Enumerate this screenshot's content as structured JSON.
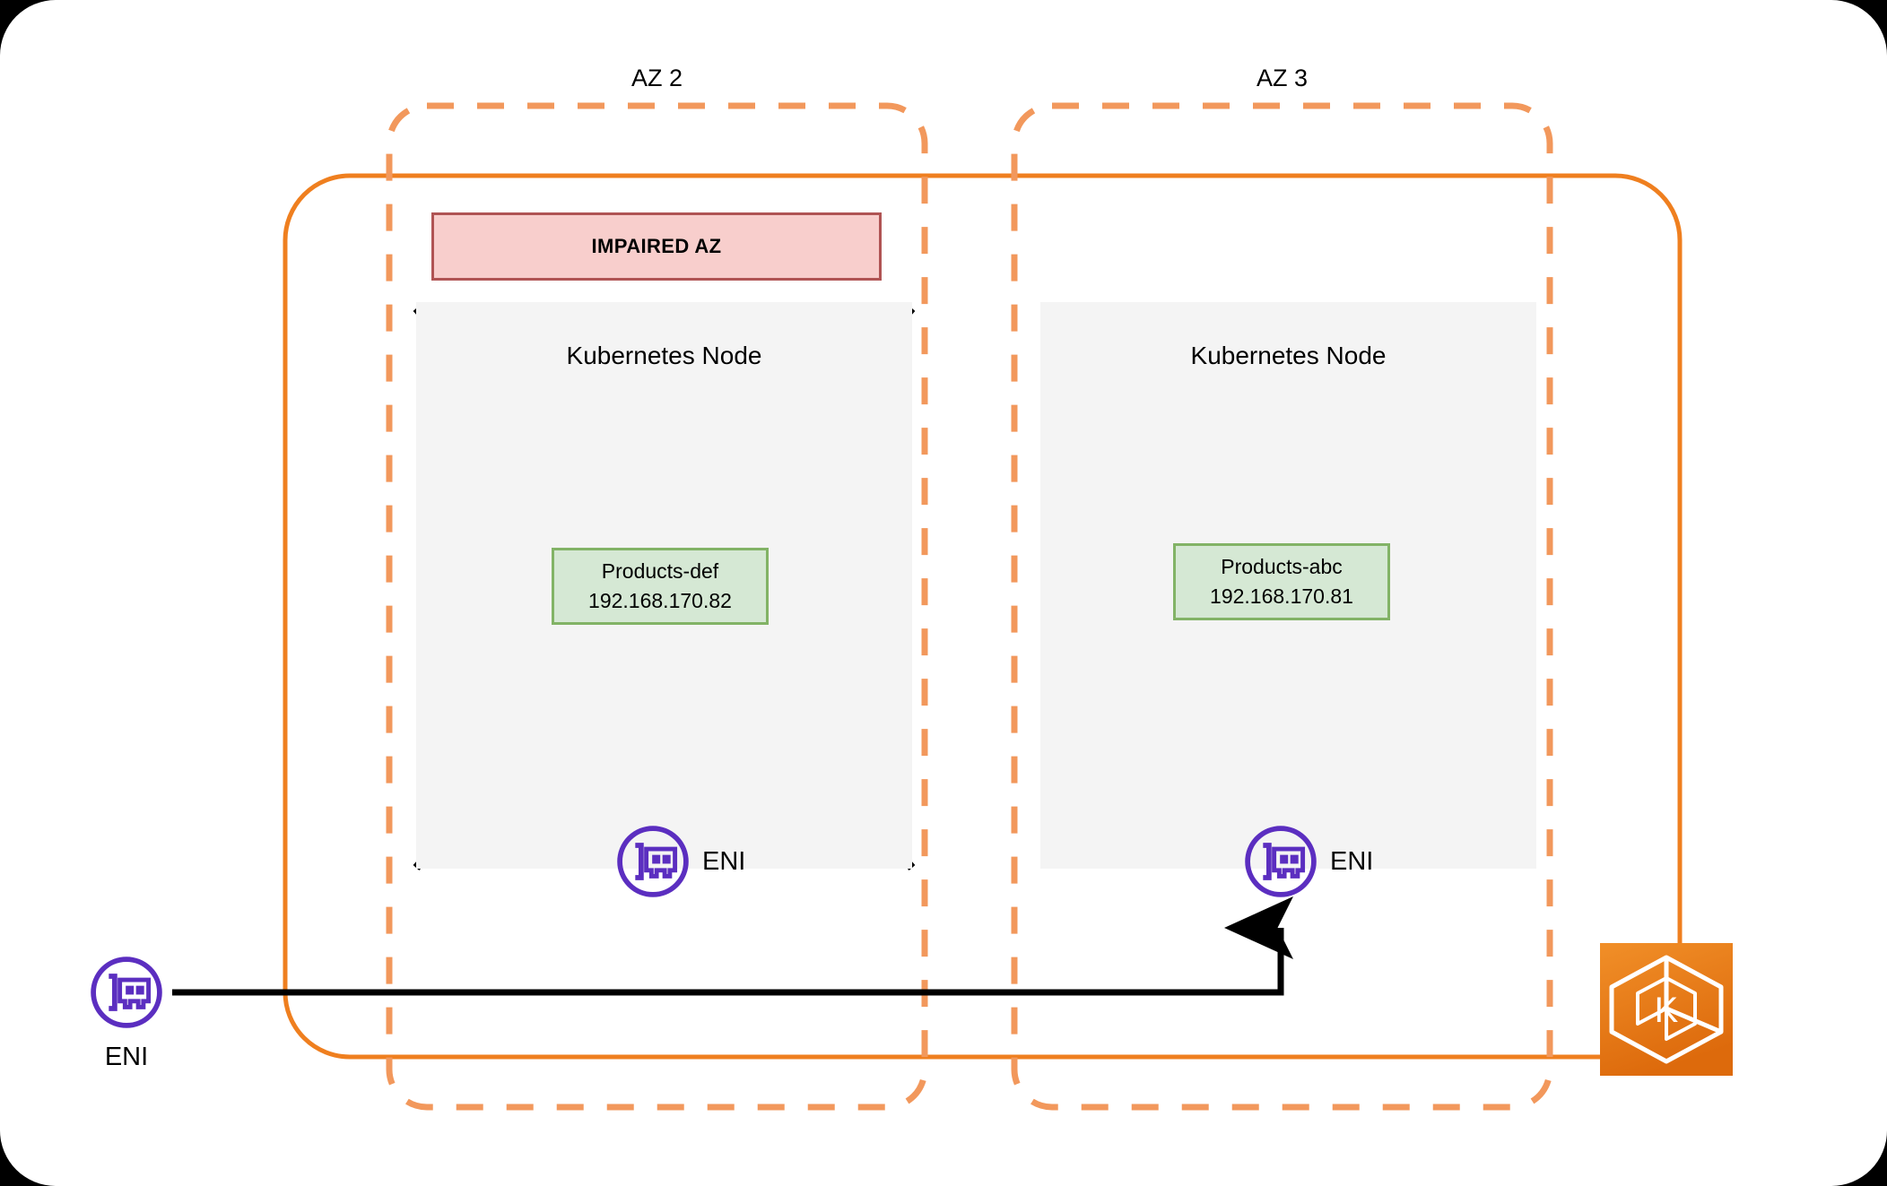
{
  "diagram": {
    "title": "EKS multi-AZ pod failover diagram",
    "background_color": "#000000",
    "frame_color": "#ffffff"
  },
  "colors": {
    "vpc_orange_solid": "#ef7f1f",
    "az_orange_dashed": "#f2985c",
    "impaired_fill": "#f8cecc",
    "impaired_border": "#b05454",
    "pod_fill": "#d5e8d4",
    "pod_border": "#82b366",
    "node_fill": "#f4f4f4",
    "eni_purple": "#5b2ec0",
    "eks_orange": "#ed8022",
    "connector_black": "#000000"
  },
  "zones": [
    {
      "id": "az2",
      "label": "AZ 2",
      "node": {
        "title": "Kubernetes Node",
        "failed": true,
        "pod": {
          "name": "Products-def",
          "ip": "192.168.170.82"
        },
        "eni": {
          "label": "ENI",
          "icon": "network-interface-card-icon"
        }
      },
      "status_banner": {
        "text": "IMPAIRED AZ",
        "visible": true
      }
    },
    {
      "id": "az3",
      "label": "AZ 3",
      "node": {
        "title": "Kubernetes Node",
        "failed": false,
        "pod": {
          "name": "Products-abc",
          "ip": "192.168.170.81"
        },
        "eni": {
          "label": "ENI",
          "icon": "network-interface-card-icon"
        }
      },
      "status_banner": {
        "text": "",
        "visible": false
      }
    }
  ],
  "external": {
    "eni": {
      "label": "ENI",
      "icon": "network-interface-card-icon"
    },
    "eks": {
      "icon": "eks-kubernetes-logo-icon",
      "glyph_letter": "K"
    }
  }
}
